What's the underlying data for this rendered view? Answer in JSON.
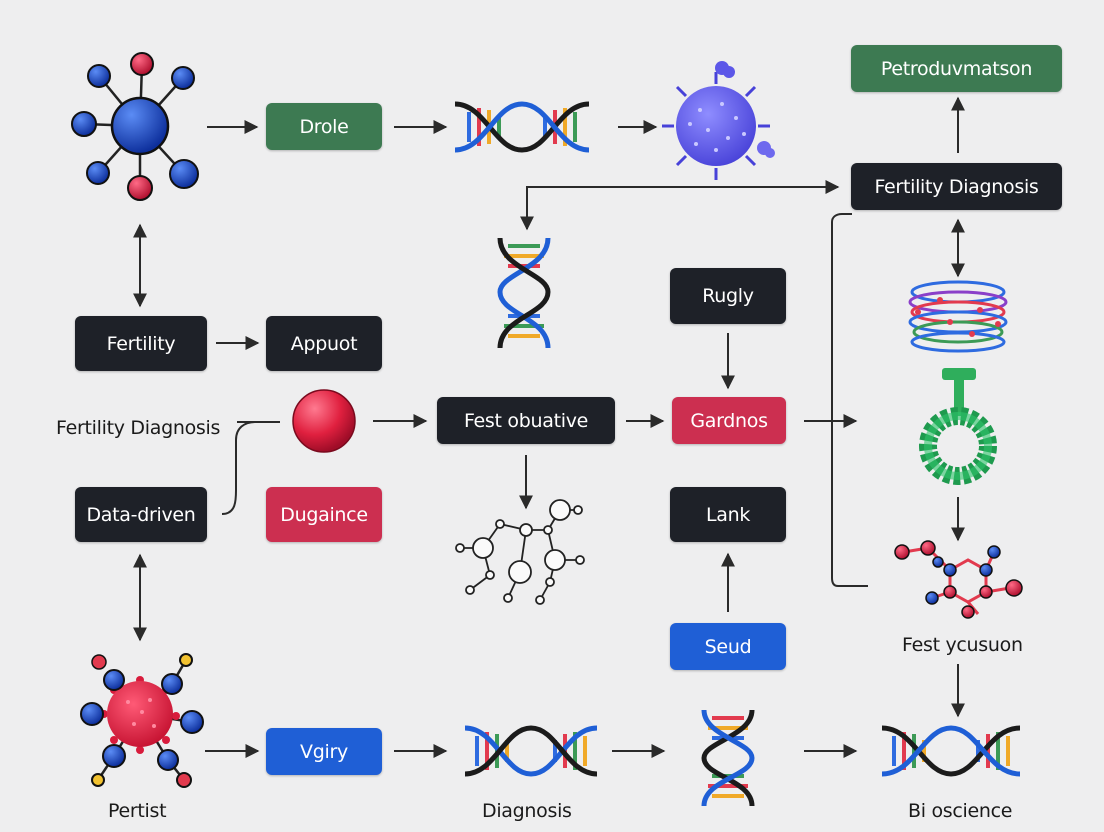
{
  "colors": {
    "dark": "#1e2128",
    "green": "#3d7a52",
    "red": "#cc2f50",
    "blue": "#1f5fd6",
    "arrow": "#2a2a2a",
    "background": "#eeeeef"
  },
  "boxes": {
    "drole": "Drole",
    "petroduvmatson": "Petroduvmatson",
    "fertility_diagnosis_top": "Fertility Diagnosis",
    "fertility": "Fertility",
    "appuot": "Appuot",
    "rugly": "Rugly",
    "fest_obuative": "Fest obuative",
    "gardnos": "Gardnos",
    "data_driven": "Data-driven",
    "dugaince": "Dugaince",
    "lank": "Lank",
    "seud": "Seud",
    "vgiry": "Vgiry"
  },
  "labels": {
    "fertility_diagnosis_left": "Fertility Diagnosis",
    "fest_ycusuon": "Fest ycusuon",
    "pertist": "Pertist",
    "diagnosis": "Diagnosis",
    "bioscience": "Bi oscience"
  },
  "icons": [
    "molecule-hub-icon",
    "dna-helix-icon",
    "virus-particle-icon",
    "protein-coil-icon",
    "protein-ring-icon",
    "red-sphere-icon",
    "molecule-network-icon",
    "hexagon-molecule-icon",
    "pathogen-cell-icon"
  ]
}
